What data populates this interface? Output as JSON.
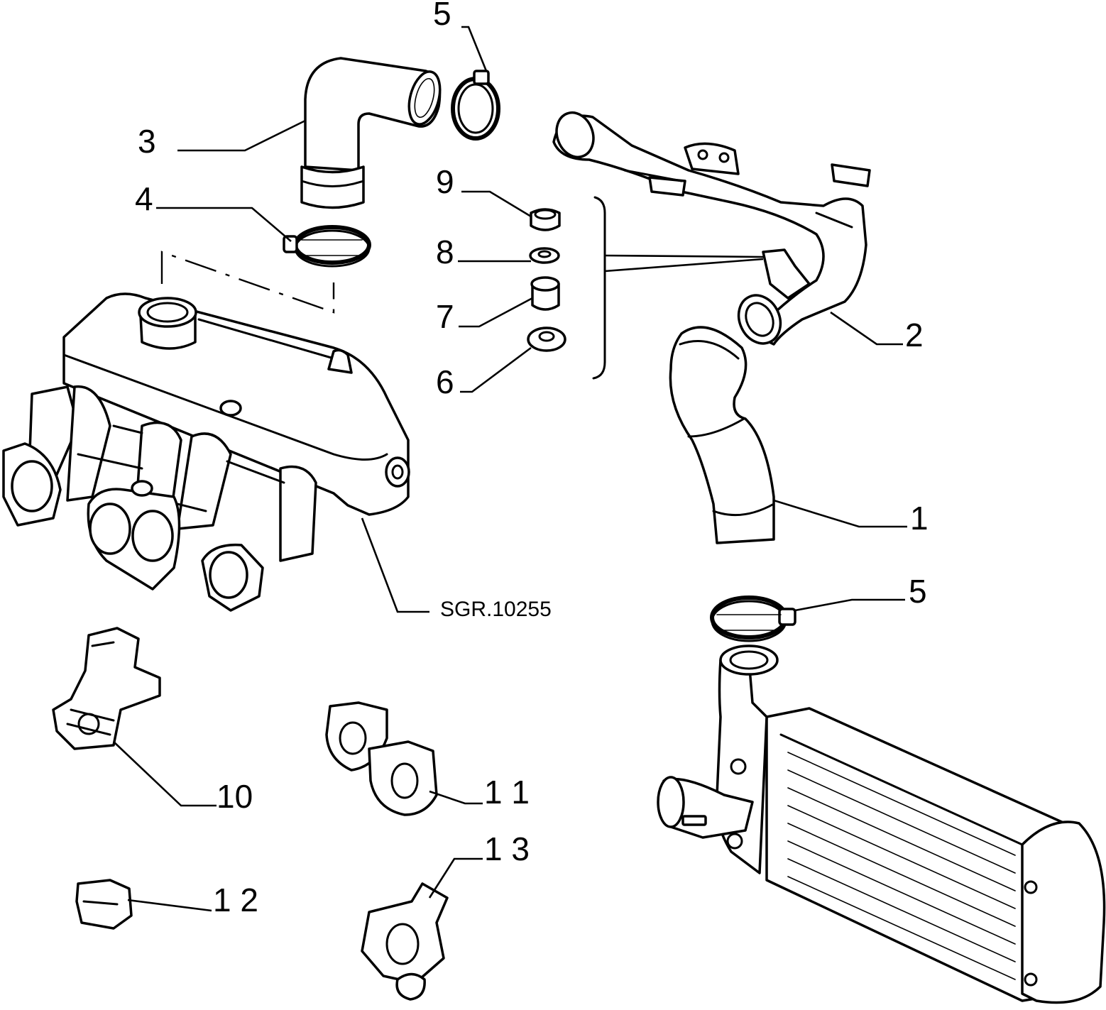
{
  "drawing_ref": "SGR.10255",
  "callouts": {
    "c1": "1",
    "c2": "2",
    "c3": "3",
    "c4": "4",
    "c5a": "5",
    "c5b": "5",
    "c6": "6",
    "c7": "7",
    "c8": "8",
    "c9": "9",
    "c10": "10",
    "c11": "1 1",
    "c12": "1 2",
    "c13": "1 3"
  },
  "line_color": "#000000",
  "background_color": "#ffffff"
}
